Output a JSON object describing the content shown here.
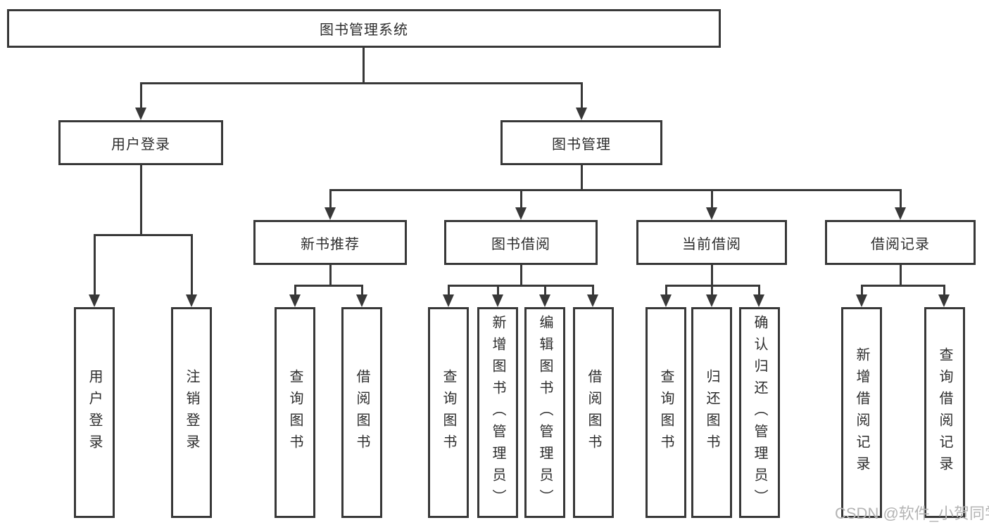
{
  "tree": {
    "root": {
      "label": "图书管理系统"
    },
    "children": [
      {
        "label": "用户登录",
        "children": [
          {
            "label": "用户登录"
          },
          {
            "label": "注销登录"
          }
        ]
      },
      {
        "label": "图书管理",
        "children": [
          {
            "label": "新书推荐",
            "children": [
              {
                "label": "查询图书"
              },
              {
                "label": "借阅图书"
              }
            ]
          },
          {
            "label": "图书借阅",
            "children": [
              {
                "label": "查询图书"
              },
              {
                "label": "新增图书（管理员）"
              },
              {
                "label": "编辑图书（管理员）"
              },
              {
                "label": "借阅图书"
              }
            ]
          },
          {
            "label": "当前借阅",
            "children": [
              {
                "label": "查询图书"
              },
              {
                "label": "归还图书"
              },
              {
                "label": "确认归还（管理员）"
              }
            ]
          },
          {
            "label": "借阅记录",
            "children": [
              {
                "label": "新增借阅记录"
              },
              {
                "label": "查询借阅记录"
              }
            ]
          }
        ]
      }
    ]
  },
  "watermark": {
    "text": "CSDN @软件_小贺同学"
  },
  "colors": {
    "line": "#383838",
    "text": "#2d2d2d",
    "watermark": "#b4b4b4",
    "background": "#ffffff"
  }
}
